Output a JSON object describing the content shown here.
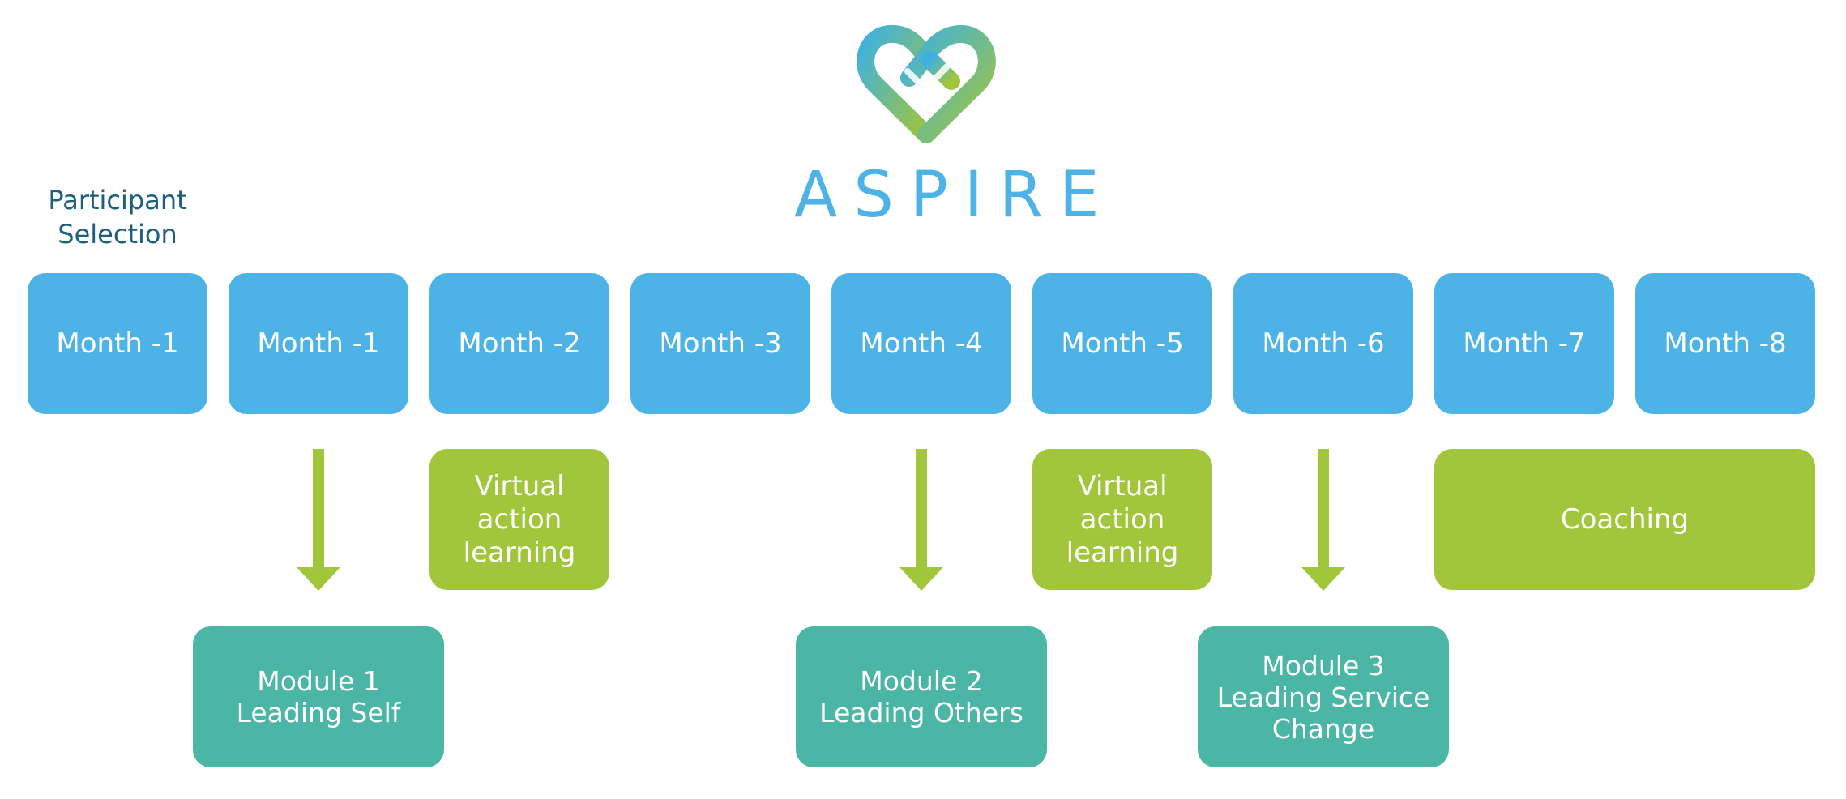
{
  "logo": {
    "icon": "heart-infinity-icon",
    "brand_name": "ASPIRE",
    "gradient_colors": [
      "#3fb1e0",
      "#a1c53b"
    ]
  },
  "participant_selection": {
    "line1": "Participant",
    "line2": "Selection"
  },
  "months": [
    {
      "label": "Month -1"
    },
    {
      "label": "Month -1"
    },
    {
      "label": "Month -2"
    },
    {
      "label": "Month -3"
    },
    {
      "label": "Month -4"
    },
    {
      "label": "Month -5"
    },
    {
      "label": "Month -6"
    },
    {
      "label": "Month -7"
    },
    {
      "label": "Month -8"
    }
  ],
  "activities": {
    "virtual_1": {
      "line1": "Virtual",
      "line2": "action",
      "line3": "learning"
    },
    "virtual_2": {
      "line1": "Virtual",
      "line2": "action",
      "line3": "learning"
    },
    "coaching": {
      "label": "Coaching"
    }
  },
  "modules": [
    {
      "line1": "Module 1",
      "line2": "Leading Self"
    },
    {
      "line1": "Module 2",
      "line2": "Leading Others"
    },
    {
      "line1": "Module 3",
      "line2": "Leading Service",
      "line3": "Change"
    }
  ],
  "colors": {
    "month_blue": "#4db3e6",
    "activity_green": "#a1c53b",
    "module_teal": "#4bb6a6",
    "participant_text": "#1d5f7d",
    "brand_text": "#4db3e6"
  }
}
